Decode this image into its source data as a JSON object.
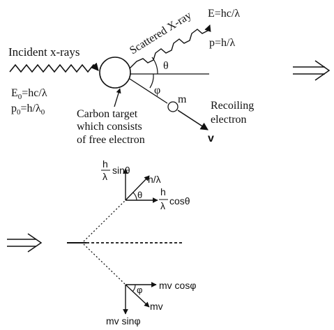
{
  "top": {
    "incident_label": "Incident x-rays",
    "scattered_label": "Scattered X-ray",
    "scattered_energy": "E=hc/λ",
    "scattered_momentum": "p=h/λ",
    "theta": "θ",
    "phi": "φ",
    "electron_mass": "m",
    "recoil_label_line1": "Recoiling",
    "recoil_label_line2": "electron",
    "velocity": "v",
    "incident_energy_base": "E",
    "incident_energy_sub": "0",
    "incident_energy_rest": "=hc/λ",
    "incident_momentum_base": "p",
    "incident_momentum_sub": "0",
    "incident_momentum_mid": "=h/λ",
    "incident_momentum_sub2": "0",
    "target_line1": "Carbon target",
    "target_line2": "which consists",
    "target_line3": "of free electron"
  },
  "bottom": {
    "photon_y_num": "h",
    "photon_y_den": "λ",
    "photon_y_func": "sinθ",
    "photon_p": "h/λ",
    "photon_theta": "θ",
    "photon_x_num": "h",
    "photon_x_den": "λ",
    "photon_x_func": "cosθ",
    "electron_phi": "φ",
    "electron_x": "mv cosφ",
    "electron_mv": "mv",
    "electron_y": "mv sinφ"
  },
  "icons": {
    "implies_arrow_top": "double-arrow-right-icon",
    "implies_arrow_bottom": "double-arrow-right-icon"
  }
}
